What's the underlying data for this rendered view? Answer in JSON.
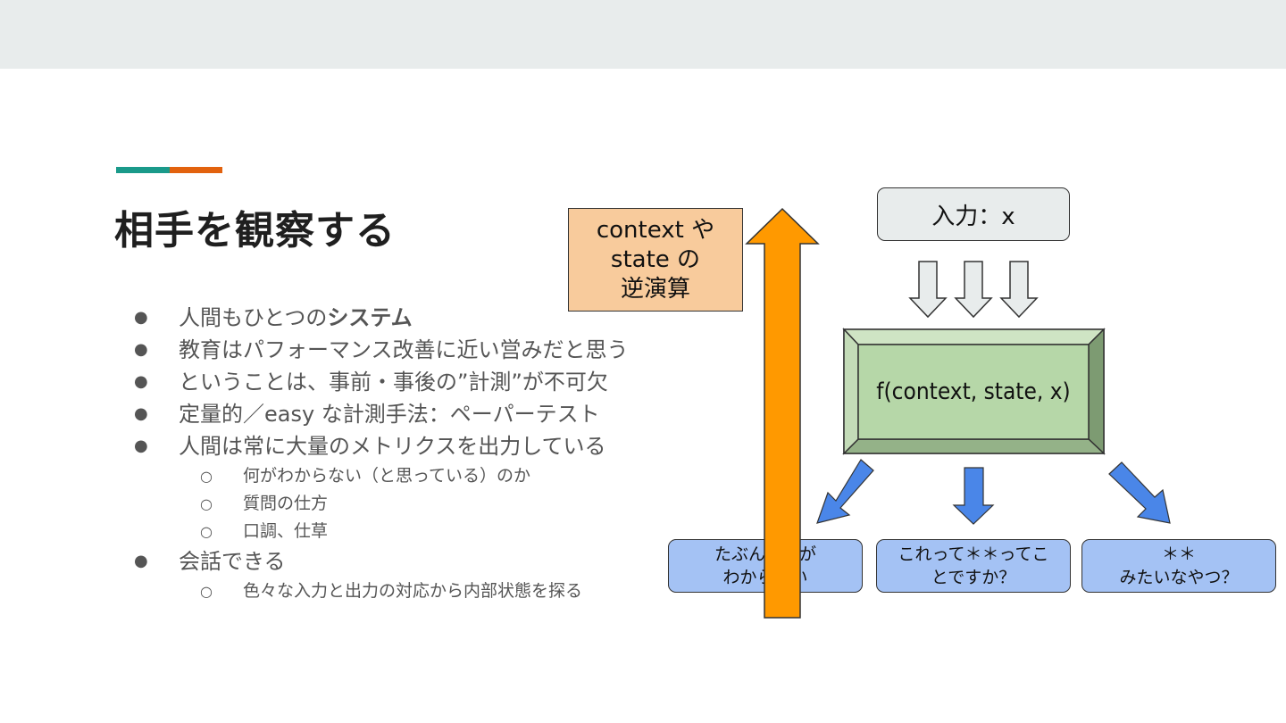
{
  "colors": {
    "top_band": "#e8ecec",
    "accent_teal": "#1a9a8a",
    "accent_orange": "#e2620e",
    "context_box": "#f8cb9c",
    "big_arrow": "#ff9900",
    "input_box": "#e8ecec",
    "function_box": "#b6d7a8",
    "output_box": "#a4c2f4",
    "blue_arrow": "#4a86e8"
  },
  "slide": {
    "title": "相手を観察する",
    "bullets": [
      {
        "prefix": "人間もひとつの",
        "strong": "システム"
      },
      {
        "text": "教育はパフォーマンス改善に近い営みだと思う"
      },
      {
        "text": "ということは、事前・事後の”計測”が不可欠"
      },
      {
        "text": "定量的／easy な計測手法：ペーパーテスト"
      },
      {
        "text": "人間は常に大量のメトリクスを出力している"
      },
      {
        "text": "会話できる"
      }
    ],
    "sub_bullets_metrics": [
      "何がわからない（と思っている）のか",
      "質問の仕方",
      "口調、仕草"
    ],
    "sub_bullets_conversation": [
      "色々な入力と出力の対応から内部状態を探る"
    ]
  },
  "diagram": {
    "context_box": {
      "line1": "context や",
      "line2": "state の",
      "line3": "逆演算"
    },
    "input_box": "入力：x",
    "function_box": "f(context, state, x)",
    "outputs": [
      {
        "line1": "たぶん＊＊が",
        "line2": "わからない"
      },
      {
        "line1": "これって＊＊ってこ",
        "line2": "とですか？"
      },
      {
        "line1": "＊＊",
        "line2": "みたいなやつ？"
      }
    ],
    "icons": [
      "down-arrow-icon",
      "diagonal-arrow-icon",
      "up-arrow-icon"
    ]
  }
}
